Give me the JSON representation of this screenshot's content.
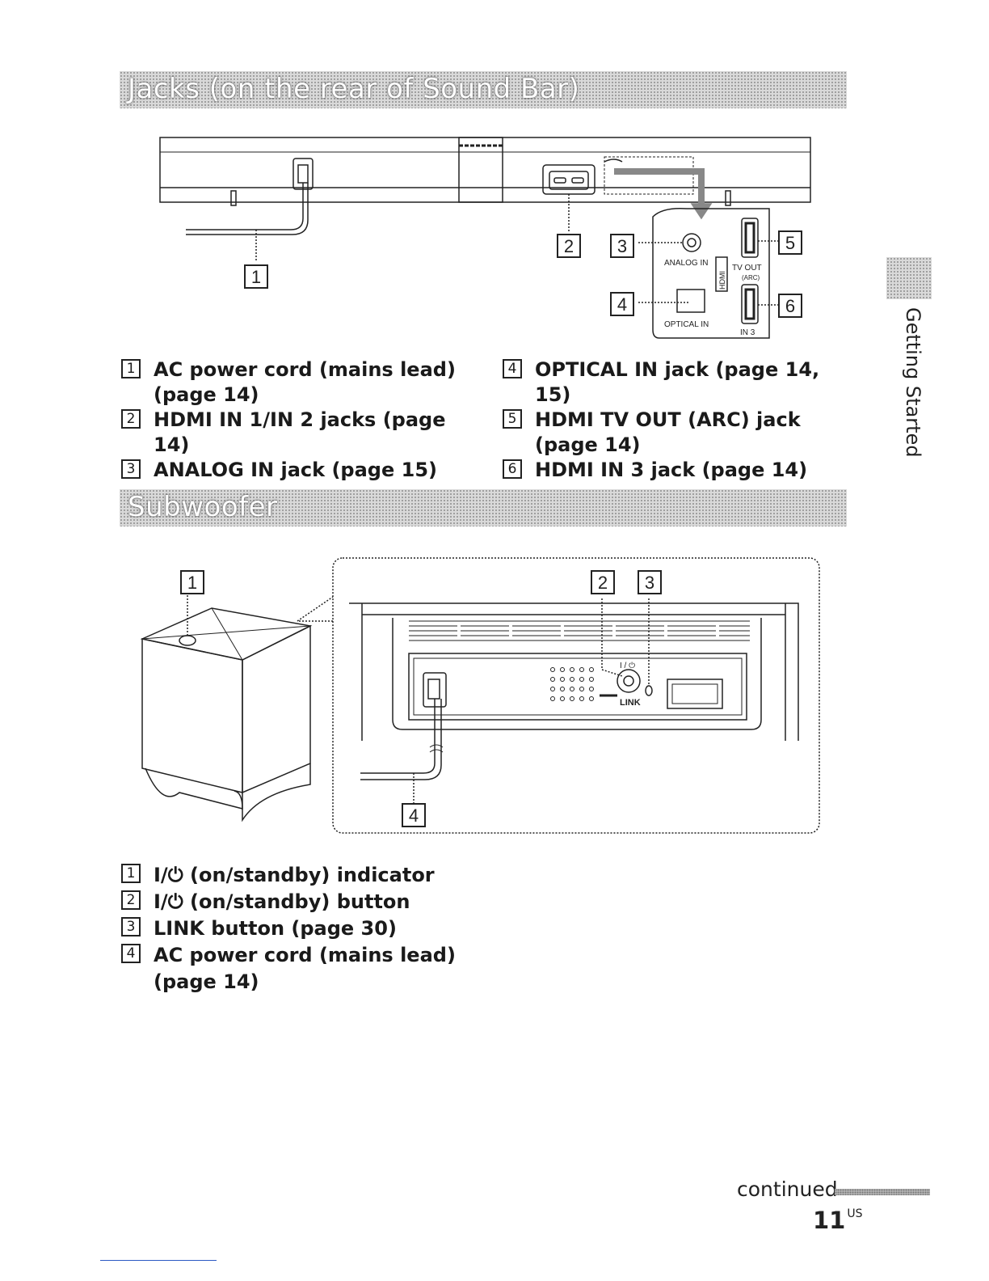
{
  "sections": {
    "jacks": {
      "title": "Jacks (on the rear of Sound Bar)",
      "callouts": [
        "1",
        "2",
        "3",
        "4",
        "5",
        "6"
      ],
      "panel_labels": {
        "analog_in": "ANALOG IN",
        "optical_in": "OPTICAL IN",
        "hdmi": "HDMI",
        "tv_out": "TV OUT",
        "arc": "(ARC)",
        "in3": "IN 3"
      },
      "items": [
        {
          "num": "1",
          "text": "AC power cord (mains lead) (page 14)"
        },
        {
          "num": "2",
          "text": "HDMI IN 1/IN 2 jacks (page 14)"
        },
        {
          "num": "3",
          "text": "ANALOG IN jack (page 15)"
        },
        {
          "num": "4",
          "text": "OPTICAL IN jack (page 14, 15)"
        },
        {
          "num": "5",
          "text": "HDMI TV OUT (ARC) jack (page 14)"
        },
        {
          "num": "6",
          "text": "HDMI IN 3 jack (page 14)"
        }
      ]
    },
    "subwoofer": {
      "title": "Subwoofer",
      "callouts": [
        "1",
        "2",
        "3",
        "4"
      ],
      "panel_labels": {
        "power": "I / ⏻",
        "link": "LINK"
      },
      "items": [
        {
          "num": "1",
          "text": "I/⏻ (on/standby) indicator"
        },
        {
          "num": "2",
          "text": "I/⏻ (on/standby) button"
        },
        {
          "num": "3",
          "text": "LINK button (page 30)"
        },
        {
          "num": "4",
          "text": "AC power cord (mains lead) (page 14)"
        }
      ]
    }
  },
  "side_tab": "Getting Started",
  "footer": {
    "continued": "continued",
    "page_number": "11",
    "page_suffix": "US"
  }
}
